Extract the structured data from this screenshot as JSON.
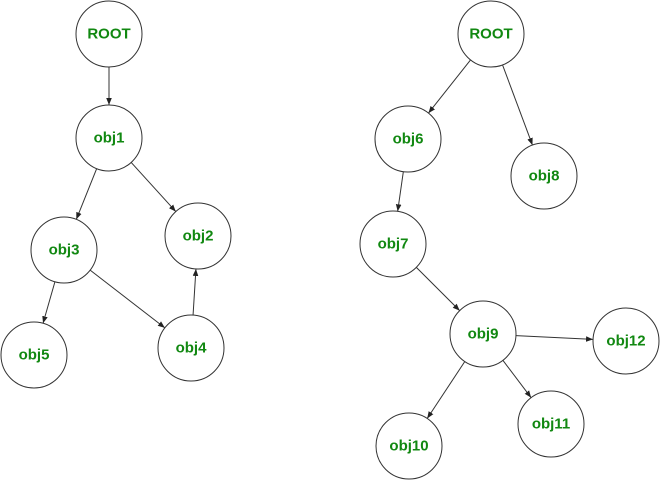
{
  "diagram": {
    "label_color": "#118811",
    "nodes": [
      {
        "id": "root1",
        "label": "ROOT"
      },
      {
        "id": "obj1",
        "label": "obj1"
      },
      {
        "id": "obj2",
        "label": "obj2"
      },
      {
        "id": "obj3",
        "label": "obj3"
      },
      {
        "id": "obj4",
        "label": "obj4"
      },
      {
        "id": "obj5",
        "label": "obj5"
      },
      {
        "id": "root2",
        "label": "ROOT"
      },
      {
        "id": "obj6",
        "label": "obj6"
      },
      {
        "id": "obj7",
        "label": "obj7"
      },
      {
        "id": "obj8",
        "label": "obj8"
      },
      {
        "id": "obj9",
        "label": "obj9"
      },
      {
        "id": "obj10",
        "label": "obj10"
      },
      {
        "id": "obj11",
        "label": "obj11"
      },
      {
        "id": "obj12",
        "label": "obj12"
      }
    ],
    "edges": [
      {
        "from": "root1",
        "to": "obj1"
      },
      {
        "from": "obj1",
        "to": "obj3"
      },
      {
        "from": "obj1",
        "to": "obj2"
      },
      {
        "from": "obj3",
        "to": "obj5"
      },
      {
        "from": "obj3",
        "to": "obj4"
      },
      {
        "from": "obj4",
        "to": "obj2"
      },
      {
        "from": "root2",
        "to": "obj6"
      },
      {
        "from": "root2",
        "to": "obj8"
      },
      {
        "from": "obj6",
        "to": "obj7"
      },
      {
        "from": "obj7",
        "to": "obj9"
      },
      {
        "from": "obj9",
        "to": "obj12"
      },
      {
        "from": "obj9",
        "to": "obj11"
      },
      {
        "from": "obj9",
        "to": "obj10"
      }
    ]
  }
}
